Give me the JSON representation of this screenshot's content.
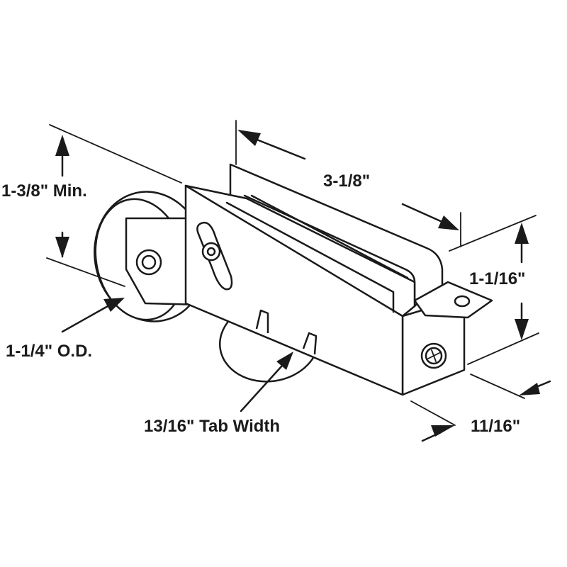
{
  "dimensions": {
    "height_min": "1-3/8\" Min.",
    "length": "3-1/8\"",
    "housing_height": "1-1/16\"",
    "wheel_od": "1-1/4\" O.D.",
    "tab_width": "13/16\" Tab Width",
    "width": "11/16\""
  },
  "colors": {
    "line": "#1a1a1a",
    "background": "#ffffff"
  }
}
